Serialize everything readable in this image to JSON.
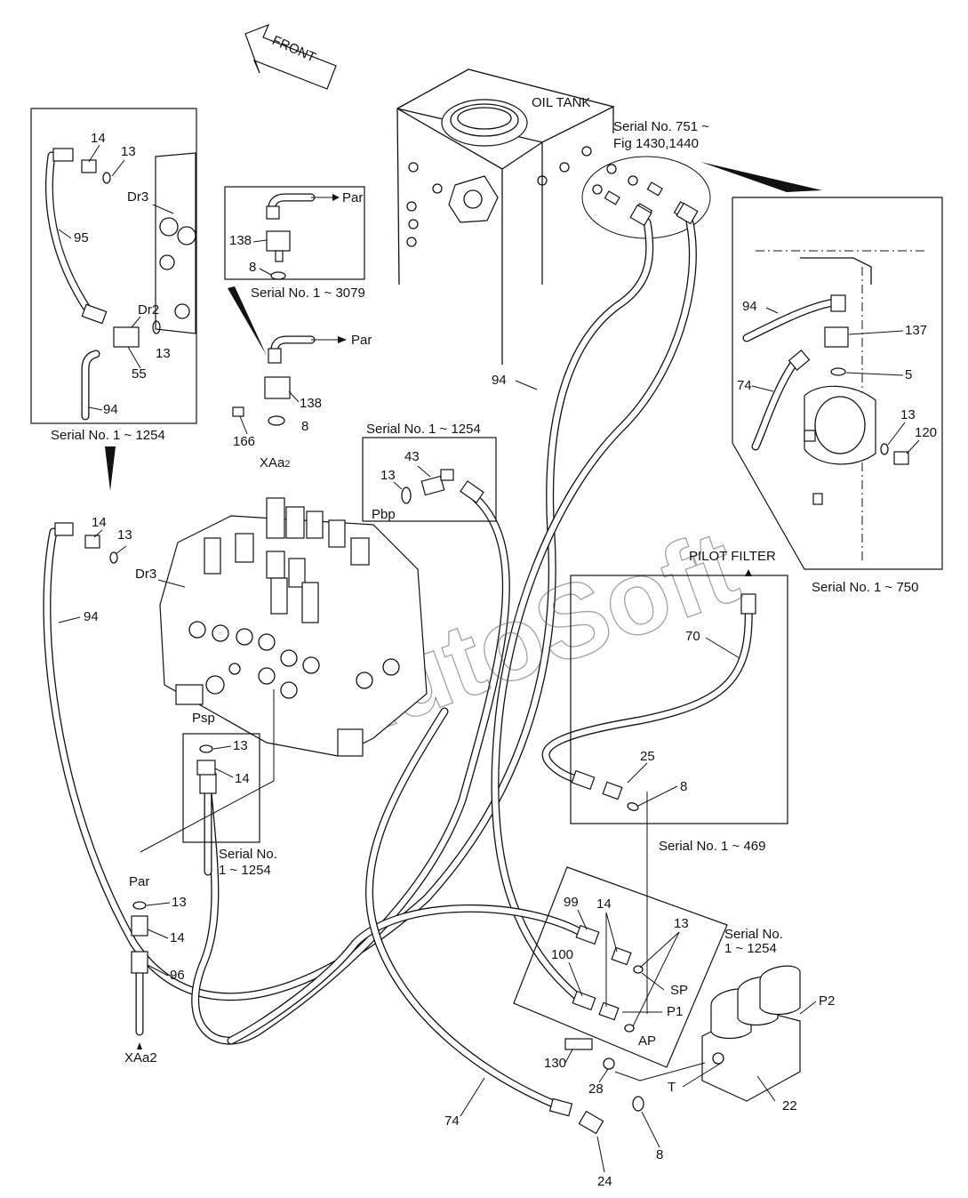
{
  "front_label": "FRONT",
  "oil_tank_label": "OIL TANK",
  "pilot_filter_label": "PILOT FILTER",
  "watermark": "AutoSoft",
  "serial_notes": {
    "s751": "Serial No. 751 ~",
    "fig": "Fig 1430,1440",
    "s3079": "Serial No. 1 ~ 3079",
    "s1254_left": "Serial No. 1 ~ 1254",
    "s1254_mid": "Serial No. 1 ~ 1254",
    "s750": "Serial No. 1 ~ 750",
    "s469": "Serial No. 1 ~ 469",
    "s1254_psp_a": "Serial No.",
    "s1254_psp_b": "1 ~ 1254",
    "s1254_valve_a": "Serial No.",
    "s1254_valve_b": "1 ~ 1254"
  },
  "ports": {
    "par1": "Par",
    "par2": "Par",
    "par3": "Par",
    "xaa2_top": "XAa",
    "xaa2_top_sub": "2",
    "xaa2_bottom": "XAa2",
    "dr3_a": "Dr3",
    "dr3_b": "Dr3",
    "dr2": "Dr2",
    "pbp": "Pbp",
    "psp": "Psp",
    "sp": "SP",
    "p1": "P1",
    "p2": "P2",
    "ap": "AP",
    "t": "T"
  },
  "part_numbers": {
    "inset_left": [
      "14",
      "13",
      "95",
      "55",
      "13",
      "94"
    ],
    "inset_small": [
      "138",
      "8"
    ],
    "center_top": [
      "138",
      "8",
      "166"
    ],
    "mid_box": [
      "13",
      "43"
    ],
    "left_main": [
      "14",
      "13",
      "94"
    ],
    "psp": [
      "13",
      "14"
    ],
    "par_group": [
      "13",
      "14",
      "96"
    ],
    "right_inset": [
      "94",
      "137",
      "5",
      "74",
      "13",
      "120"
    ],
    "tank": [
      "94"
    ],
    "filter": [
      "70",
      "25",
      "8"
    ],
    "valve": [
      "99",
      "14",
      "13",
      "100",
      "130",
      "28",
      "22",
      "74",
      "24",
      "8"
    ]
  }
}
